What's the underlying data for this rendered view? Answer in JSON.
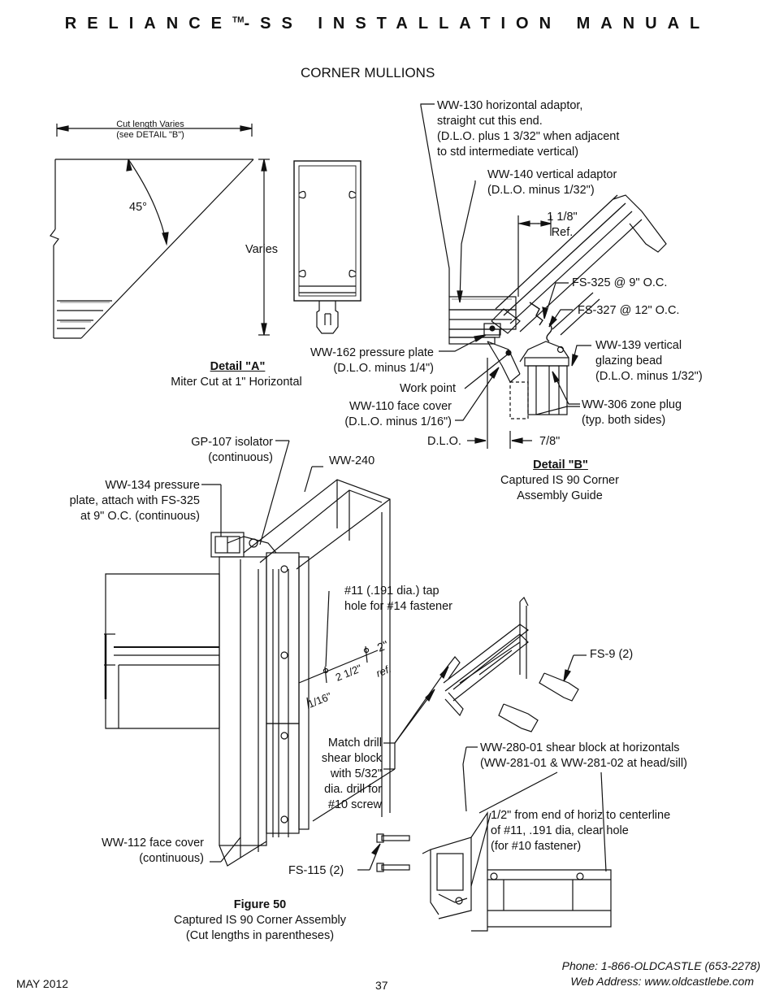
{
  "header": {
    "title_pre": "RELIANCE",
    "tm": "TM",
    "title_post": "-SS INSTALLATION MANUAL"
  },
  "section_title": "CORNER MULLIONS",
  "detail_a": {
    "cut_length": "Cut length Varies\n(see DETAIL \"B\")",
    "angle": "45°",
    "varies": "Varies",
    "title": "Detail \"A\"",
    "caption": "Miter Cut at 1\" Horizontal"
  },
  "detail_b": {
    "ww130": "WW-130 horizontal adaptor,\nstraight cut this end.\n(D.L.O. plus 1 3/32\" when adjacent\nto std intermediate vertical)",
    "ww140": "WW-140 vertical adaptor\n(D.L.O. minus 1/32\")",
    "ref": "1 1/8\"\nRef.",
    "fs325": "FS-325 @ 9\" O.C.",
    "fs327": "FS-327 @ 12\" O.C.",
    "ww139": "WW-139 vertical\nglazing bead\n(D.L.O. minus 1/32\")",
    "ww162": "WW-162 pressure plate\n(D.L.O. minus 1/4\")",
    "work_point": "Work point",
    "ww110": "WW-110 face cover\n(D.L.O. minus 1/16\")",
    "ww306": "WW-306 zone plug\n(typ. both sides)",
    "dlo": "D.L.O.",
    "seven_eighths": "7/8\"",
    "title": "Detail \"B\"",
    "caption": "Captured IS 90 Corner\nAssembly Guide"
  },
  "figure50": {
    "gp107": "GP-107 isolator\n(continuous)",
    "ww240": "WW-240",
    "ww134": "WW-134 pressure\nplate, attach with FS-325\nat 9\" O.C. (continuous)",
    "tap_hole": "#11 (.191 dia.) tap\nhole for #14 fastener",
    "dim_2": "2\"",
    "dim_ref": "ref.",
    "dim_2half": "2 1/2\"",
    "dim_1_16": "1/16\"",
    "fs9": "FS-9 (2)",
    "match_drill": "Match drill\nshear block\nwith 5/32\"\ndia. drill for\n#10 screw",
    "ww280": "WW-280-01 shear block at horizontals\n(WW-281-01 & WW-281-02 at head/sill)",
    "half_inch": "1/2\" from end of horiz to centerline\nof #11, .191 dia, clear hole\n(for #10 fastener)",
    "ww112": "WW-112 face cover\n(continuous)",
    "fs115": "FS-115 (2)",
    "title": "Figure 50",
    "caption": "Captured IS 90 Corner Assembly\n(Cut lengths in parentheses)"
  },
  "footer": {
    "date": "MAY 2012",
    "page": "37",
    "phone": "Phone: 1-866-OLDCASTLE (653-2278)",
    "web": "Web Address: www.oldcastlebe.com"
  }
}
